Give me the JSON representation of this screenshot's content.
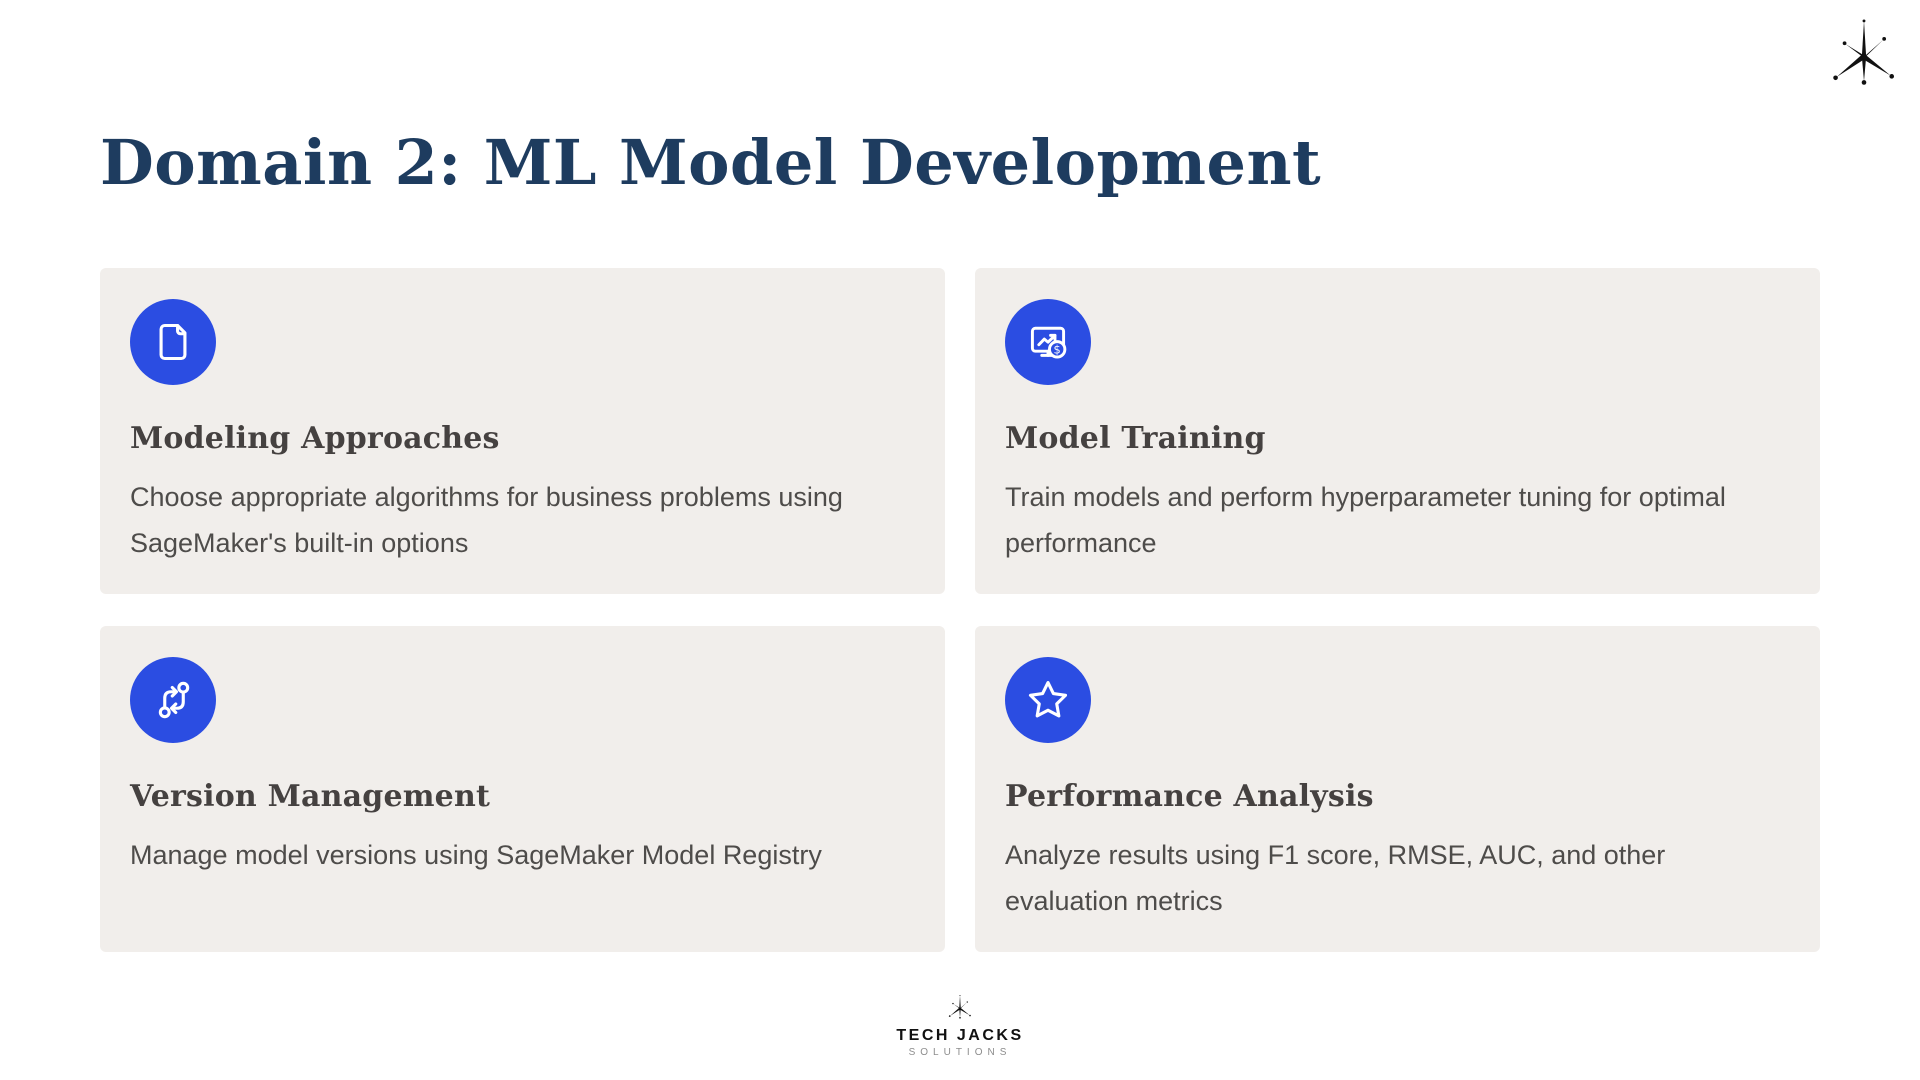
{
  "title": "Domain 2: ML Model Development",
  "theme": {
    "accent": "#2b4de2",
    "card_bg": "#f1eeeb",
    "title_color": "#1e3c5f",
    "heading_color": "#454140",
    "body_color": "#4e4c4a",
    "logo_color": "#111111",
    "footer_muted": "#8d8d8d"
  },
  "cards": [
    {
      "icon": "file-document-icon",
      "title": "Modeling Approaches",
      "description": "Choose appropriate algorithms for business problems using SageMaker's built-in options"
    },
    {
      "icon": "monitor-chart-dollar-icon",
      "title": "Model Training",
      "description": "Train models and perform hyperparameter tuning for optimal performance"
    },
    {
      "icon": "version-flow-arrows-icon",
      "title": "Version Management",
      "description": "Manage model versions using SageMaker Model Registry"
    },
    {
      "icon": "star-icon",
      "title": "Performance Analysis",
      "description": "Analyze results using F1 score, RMSE, AUC, and other evaluation metrics"
    }
  ],
  "footer": {
    "brand": "TECH JACKS",
    "subtitle": "SOLUTIONS",
    "logo": "starburst-logo"
  },
  "corner_logo": "starburst-logo"
}
